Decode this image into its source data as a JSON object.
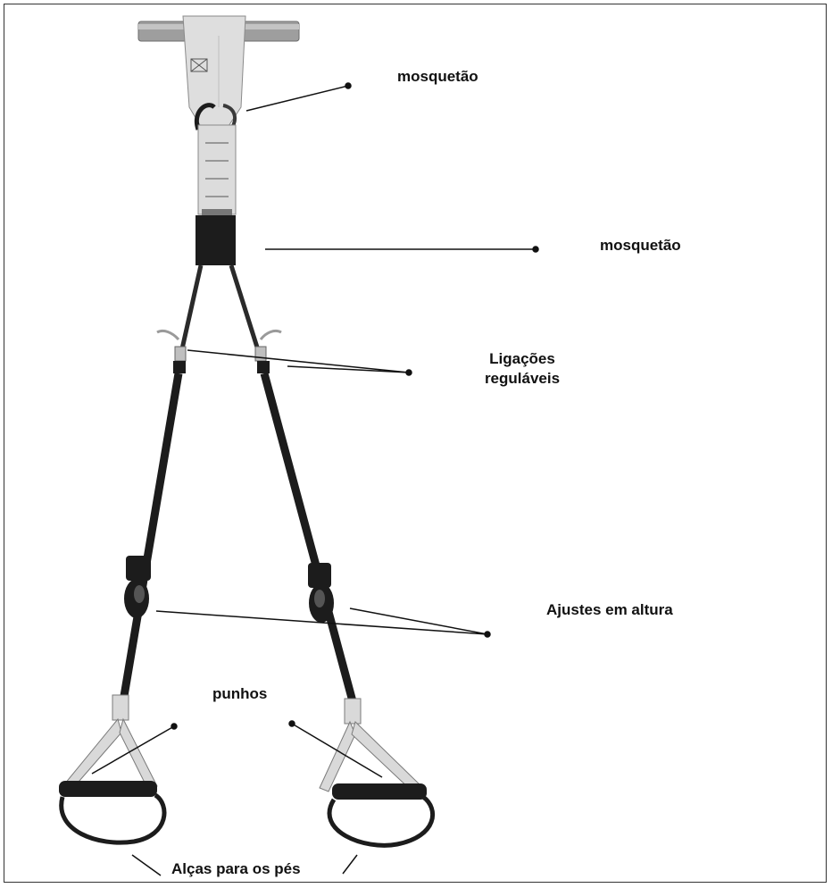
{
  "labels": {
    "carabiner_top": "mosquetão",
    "carabiner_mid": "mosquetão",
    "adjustable_links_line1": "Ligações",
    "adjustable_links_line2": "reguláveis",
    "height_adjust": "Ajustes em altura",
    "handles": "punhos",
    "foot_loops": "Alças para os pés"
  },
  "colors": {
    "strap_dark": "#1c1c1c",
    "strap_light": "#d9d9d9",
    "bar": "#a0a0a0",
    "leader": "#111111"
  }
}
